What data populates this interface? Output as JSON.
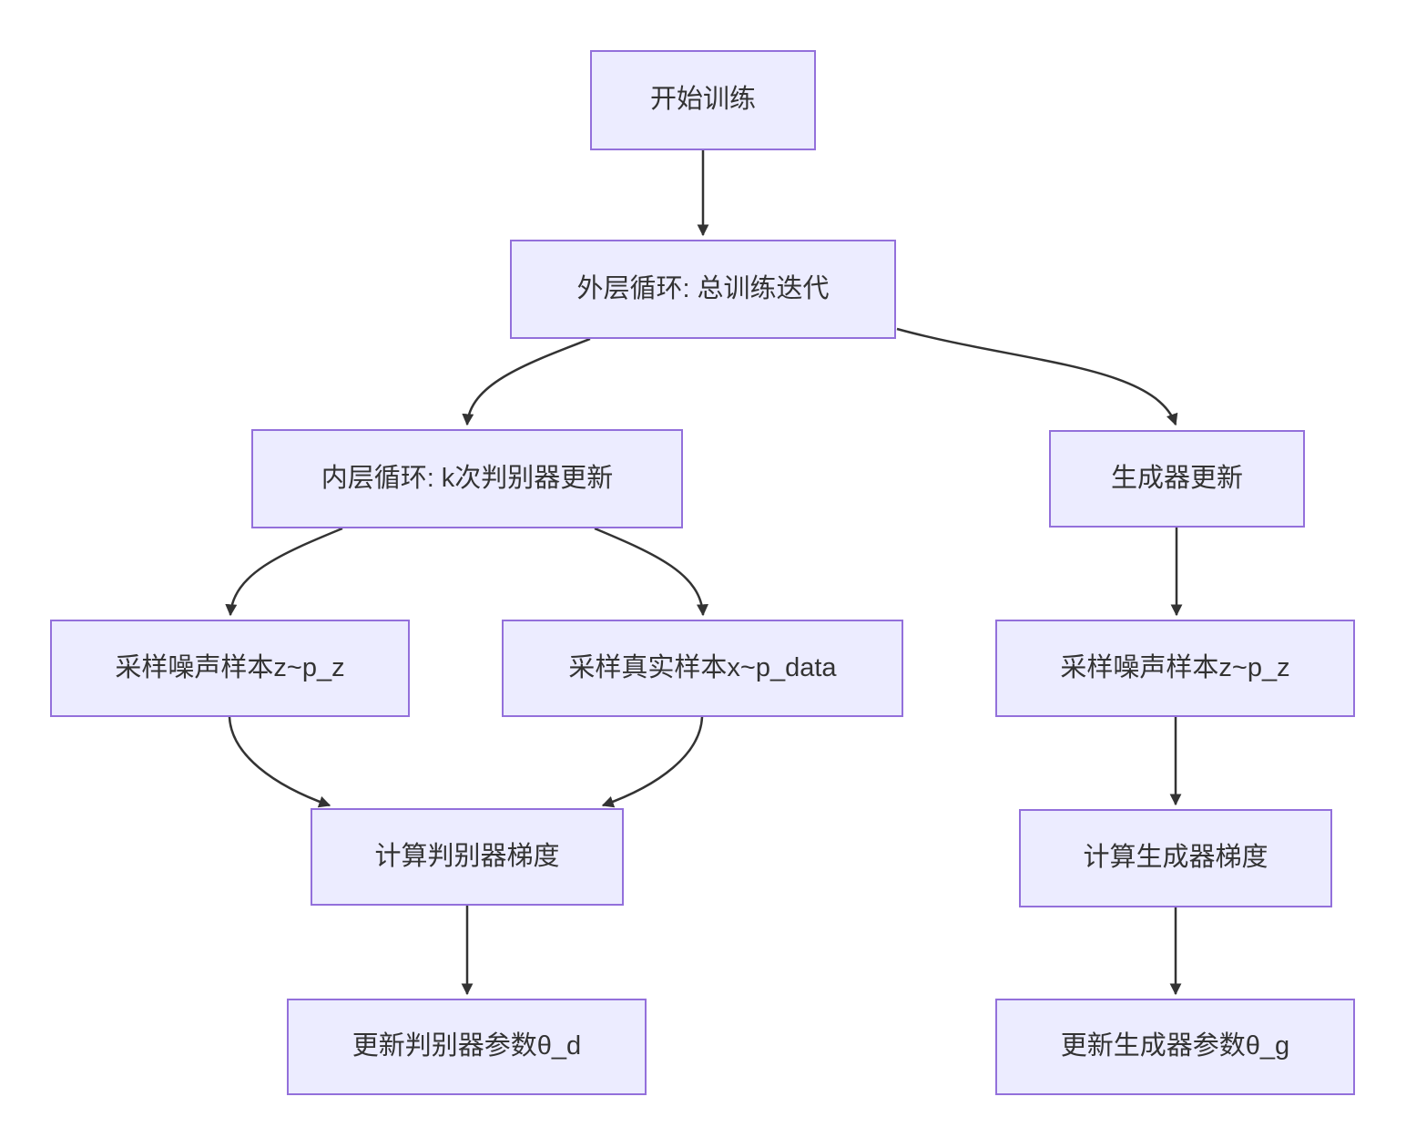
{
  "diagram": {
    "type": "flowchart",
    "direction": "top-down",
    "title": "GAN training loop flowchart",
    "colors": {
      "node_fill": "#ECECFF",
      "node_border": "#9370DB",
      "edge_color": "#333333",
      "text_color": "#333333",
      "background": "#FFFFFF"
    },
    "nodes": [
      {
        "id": "start",
        "label": "开始训练"
      },
      {
        "id": "outer-loop",
        "label": "外层循环: 总训练迭代"
      },
      {
        "id": "inner-loop",
        "label": "内层循环: k次判别器更新"
      },
      {
        "id": "sample-noise-d",
        "label": "采样噪声样本z~p_z"
      },
      {
        "id": "sample-real",
        "label": "采样真实样本x~p_data"
      },
      {
        "id": "disc-gradient",
        "label": "计算判别器梯度"
      },
      {
        "id": "disc-update",
        "label": "更新判别器参数θ_d"
      },
      {
        "id": "gen-update-step",
        "label": "生成器更新"
      },
      {
        "id": "sample-noise-g",
        "label": "采样噪声样本z~p_z"
      },
      {
        "id": "gen-gradient",
        "label": "计算生成器梯度"
      },
      {
        "id": "gen-param-update",
        "label": "更新生成器参数θ_g"
      }
    ],
    "edges": [
      {
        "from": "start",
        "to": "outer-loop"
      },
      {
        "from": "outer-loop",
        "to": "inner-loop"
      },
      {
        "from": "outer-loop",
        "to": "gen-update-step"
      },
      {
        "from": "inner-loop",
        "to": "sample-noise-d"
      },
      {
        "from": "inner-loop",
        "to": "sample-real"
      },
      {
        "from": "sample-noise-d",
        "to": "disc-gradient"
      },
      {
        "from": "sample-real",
        "to": "disc-gradient"
      },
      {
        "from": "disc-gradient",
        "to": "disc-update"
      },
      {
        "from": "gen-update-step",
        "to": "sample-noise-g"
      },
      {
        "from": "sample-noise-g",
        "to": "gen-gradient"
      },
      {
        "from": "gen-gradient",
        "to": "gen-param-update"
      }
    ]
  }
}
